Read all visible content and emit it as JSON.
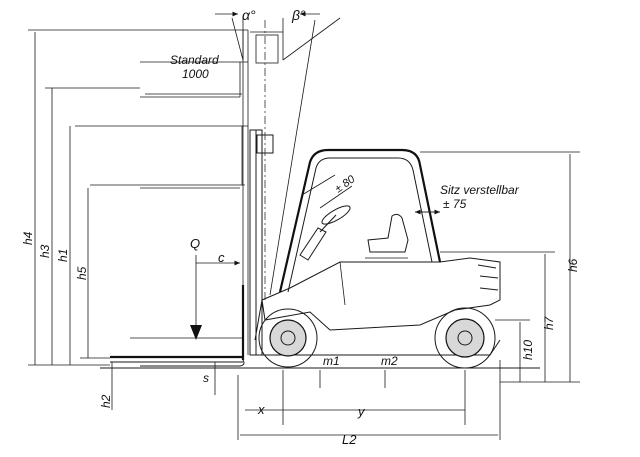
{
  "diagram": {
    "labels": {
      "alpha": "α°",
      "beta": "β°",
      "standard_line1": "Standard",
      "standard_line2": "1000",
      "seat_line1": "Sitz verstellbar",
      "seat_line2": "± 75",
      "angle80": "± 80",
      "Q": "Q",
      "c": "c",
      "h4": "h4",
      "h3": "h3",
      "h1": "h1",
      "h5": "h5",
      "h2": "h2",
      "s": "s",
      "x": "x",
      "y": "y",
      "L2": "L2",
      "m1": "m1",
      "m2": "m2",
      "h10": "h10",
      "h7": "h7",
      "h6": "h6"
    }
  }
}
